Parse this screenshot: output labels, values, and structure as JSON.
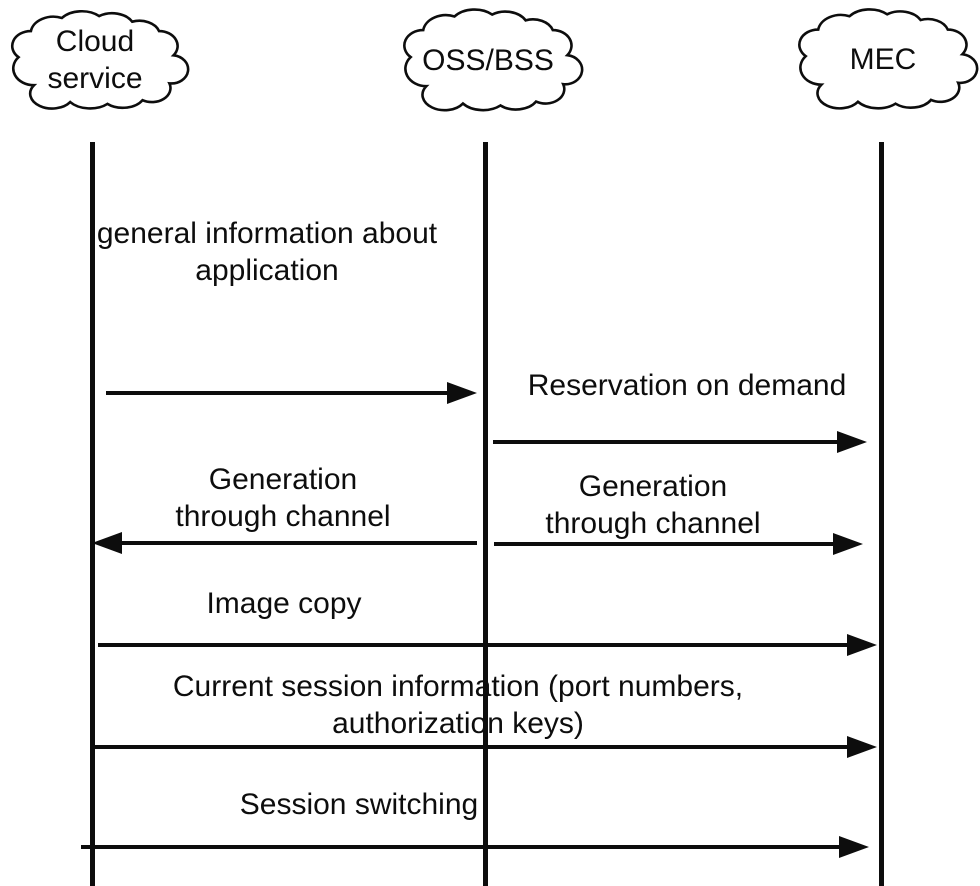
{
  "diagram": {
    "type": "sequence-diagram",
    "actors": [
      {
        "name": "Cloud service",
        "label": "Cloud\nservice"
      },
      {
        "name": "OSS/BSS",
        "label": "OSS/BSS"
      },
      {
        "name": "MEC",
        "label": "MEC"
      }
    ],
    "messages": [
      {
        "from": "Cloud service",
        "to": "OSS/BSS",
        "direction": "right",
        "label": "general information about\napplication"
      },
      {
        "from": "OSS/BSS",
        "to": "MEC",
        "direction": "right",
        "label": "Reservation on demand"
      },
      {
        "from": "OSS/BSS",
        "to": "Cloud service",
        "direction": "left",
        "label": "Generation\nthrough channel"
      },
      {
        "from": "OSS/BSS",
        "to": "MEC",
        "direction": "right",
        "label": "Generation\nthrough channel"
      },
      {
        "from": "Cloud service",
        "to": "MEC",
        "direction": "right",
        "label": "Image copy"
      },
      {
        "from": "Cloud service",
        "to": "MEC",
        "direction": "right",
        "label": "Current session information (port numbers,\nauthorization keys)"
      },
      {
        "from": "Cloud service",
        "to": "MEC",
        "direction": "right",
        "label": "Session switching"
      }
    ],
    "colors": {
      "background": "#ffffff",
      "line": "#0d0d0d",
      "text": "#0d0d0d"
    }
  }
}
